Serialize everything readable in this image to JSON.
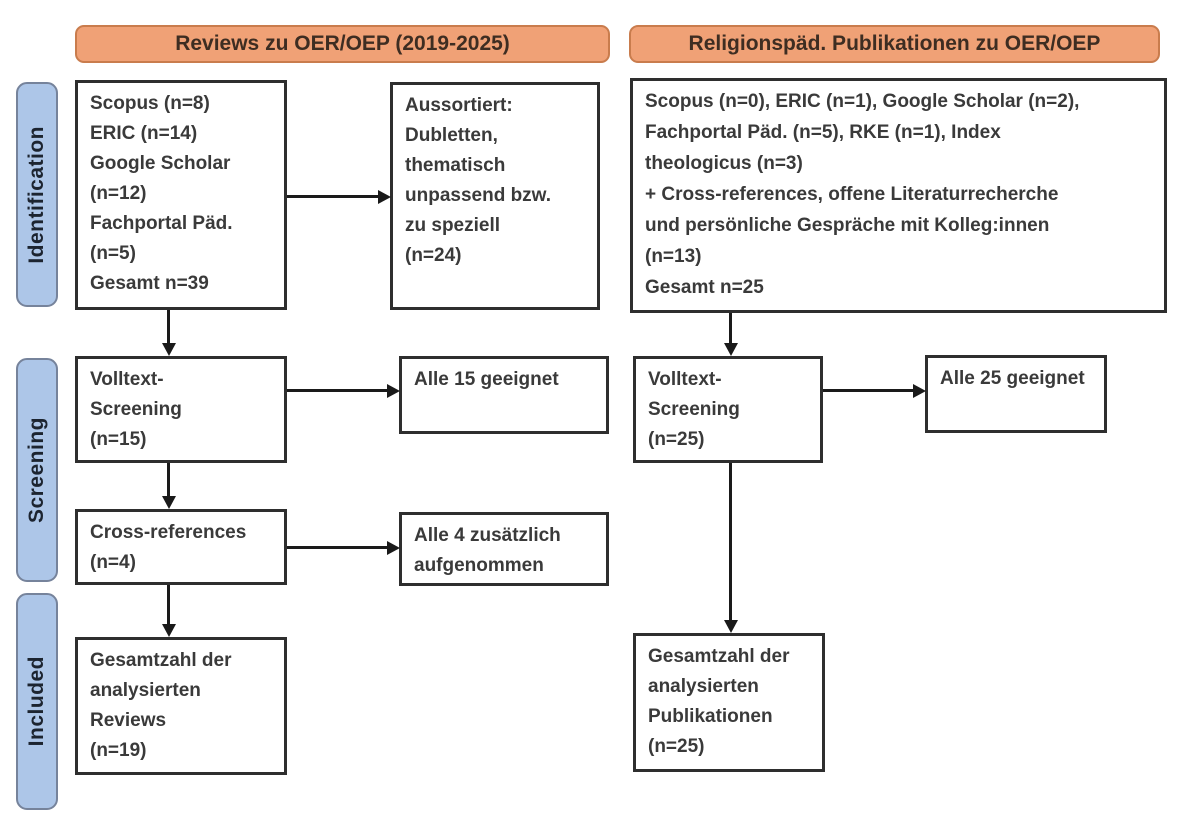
{
  "headers": [
    {
      "label": "Reviews zu OER/OEP (2019-2025)"
    },
    {
      "label": "Religionspäd. Publikationen zu OER/OEP"
    }
  ],
  "stages": [
    {
      "label": "Identification"
    },
    {
      "label": "Screening"
    },
    {
      "label": "Included"
    }
  ],
  "boxes": {
    "left_sources": "Scopus (n=8)\nERIC (n=14)\nGoogle Scholar\n(n=12)\nFachportal Päd.\n(n=5)\nGesamt n=39",
    "left_excluded": "Aussortiert:\nDubletten,\nthematisch\nunpassend bzw.\nzu speziell\n(n=24)",
    "left_fulltext": "Volltext-\nScreening\n(n=15)",
    "left_eligible": "Alle 15 geeignet",
    "left_crossref": "Cross-references\n(n=4)",
    "left_added": "Alle 4 zusätzlich\naufgenommen",
    "left_total": "Gesamtzahl der\nanalysierten\nReviews\n(n=19)",
    "right_sources": "Scopus (n=0), ERIC (n=1), Google Scholar (n=2),\nFachportal Päd. (n=5), RKE (n=1), Index\ntheologicus (n=3)\n+ Cross-references, offene Literaturrecherche\nund persönliche Gespräche mit Kolleg:innen\n(n=13)\nGesamt n=25",
    "right_fulltext": "Volltext-\nScreening\n(n=25)",
    "right_eligible": "Alle 25 geeignet",
    "right_total": "Gesamtzahl der\nanalysierten\nPublikationen\n(n=25)"
  },
  "colors": {
    "header_fill": "#F0A176",
    "header_border": "#C97C4D",
    "stage_fill": "#ADC6E8",
    "stage_border": "#76839B",
    "node_border": "#2E2E2E",
    "text": "#3A3A3A",
    "arrow": "#1A1A1A"
  }
}
